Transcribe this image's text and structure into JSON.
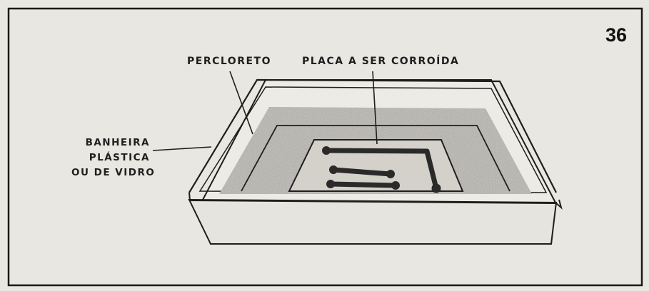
{
  "figure": {
    "number": "36",
    "labels": {
      "percloreto": "PERCLORETO",
      "placa": "PLACA A SER CORROÍDA",
      "banheira": [
        "BANHEIRA",
        "PLÁSTICA",
        "OU DE VIDRO"
      ]
    },
    "colors": {
      "paper": "#e9e7e1",
      "ink": "#1f1f1f",
      "liquid": "#b9b6b0",
      "traces": "#2a2a2a"
    }
  }
}
